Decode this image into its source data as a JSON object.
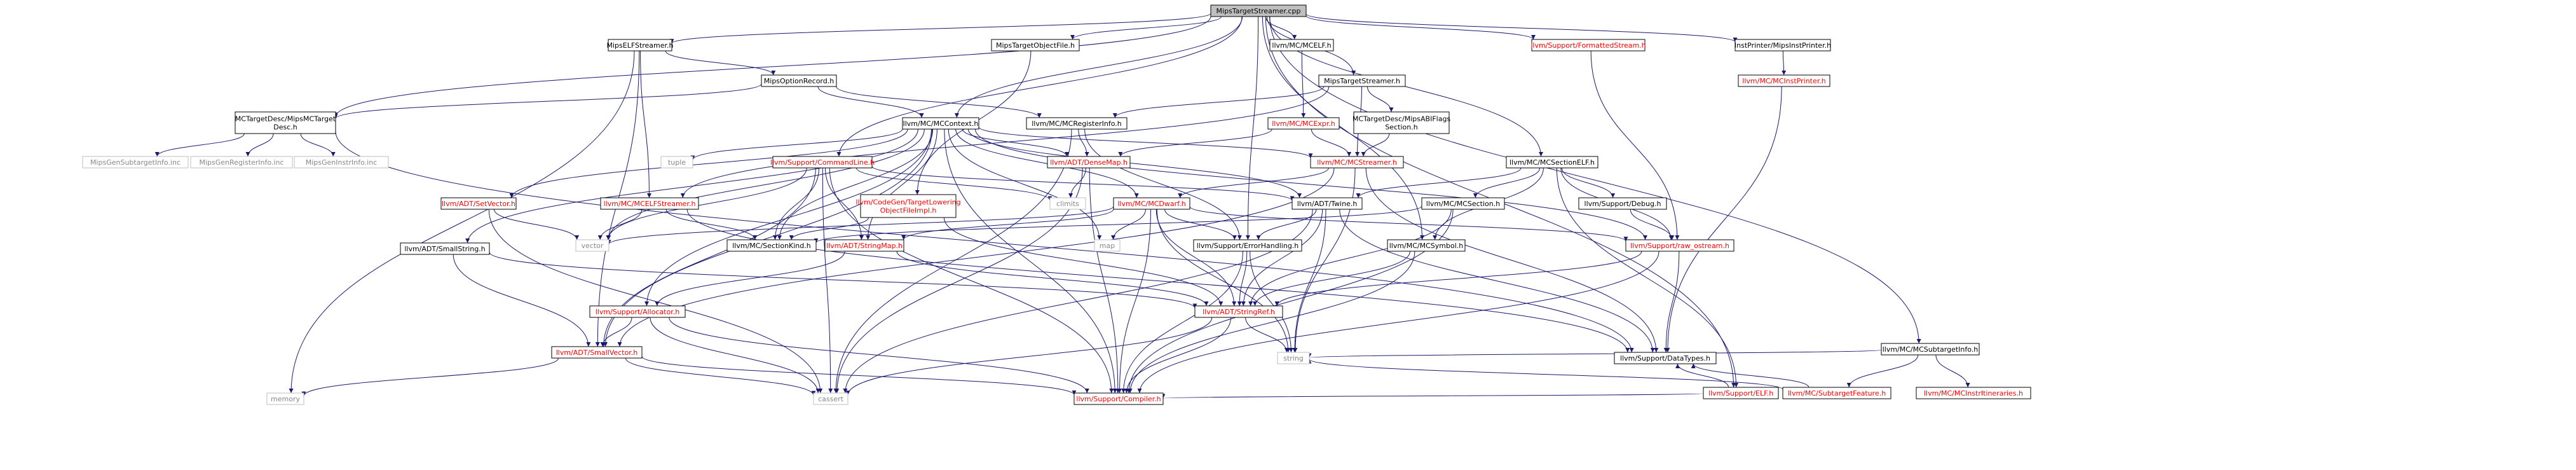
{
  "diagram": {
    "style": {
      "background": "#ffffff",
      "edge_color": "#191970",
      "box_border": "#000000",
      "box_fill": "#ffffff",
      "root_fill": "#bfbfbf",
      "red_text": "#ff0000",
      "gray_border": "#bfbfbf",
      "gray_text": "#888888"
    },
    "nodes": [
      {
        "id": "root",
        "label": "MipsTargetStreamer.cpp",
        "kind": "root"
      },
      {
        "id": "mipself",
        "label": "MipsELFStreamer.h",
        "kind": "normal"
      },
      {
        "id": "mipsobjfile",
        "label": "MipsTargetObjectFile.h",
        "kind": "normal"
      },
      {
        "id": "mcelf",
        "label": "llvm/MC/MCELF.h",
        "kind": "normal"
      },
      {
        "id": "mipstgtstreamer",
        "label": "MipsTargetStreamer.h",
        "kind": "normal"
      },
      {
        "id": "formattedstream",
        "label": "llvm/Support/FormattedStream.h",
        "kind": "red"
      },
      {
        "id": "instprinter",
        "label": "InstPrinter/MipsInstPrinter.h",
        "kind": "normal"
      },
      {
        "id": "mipsoption",
        "label": "MipsOptionRecord.h",
        "kind": "normal"
      },
      {
        "id": "mctargetdesc",
        "label": "MCTargetDesc/MipsMCTarget\nDesc.h",
        "kind": "normal"
      },
      {
        "id": "mccontext",
        "label": "llvm/MC/MCContext.h",
        "kind": "normal"
      },
      {
        "id": "mcregisterinfo",
        "label": "llvm/MC/MCRegisterInfo.h",
        "kind": "normal"
      },
      {
        "id": "mcexpr",
        "label": "llvm/MC/MCExpr.h",
        "kind": "red"
      },
      {
        "id": "abiflags",
        "label": "MCTargetDesc/MipsABIFlags\nSection.h",
        "kind": "normal"
      },
      {
        "id": "mcinstprinter",
        "label": "llvm/MC/MCInstPrinter.h",
        "kind": "red"
      },
      {
        "id": "mcsectionelf",
        "label": "llvm/MC/MCSectionELF.h",
        "kind": "normal"
      },
      {
        "id": "mcsubtargetinfo",
        "label": "llvm/MC/MCSubtargetInfo.h",
        "kind": "normal"
      },
      {
        "id": "subtargetinfoinc",
        "label": "MipsGenSubtargetInfo.inc",
        "kind": "gray"
      },
      {
        "id": "registerinfoinc",
        "label": "MipsGenRegisterInfo.inc",
        "kind": "gray"
      },
      {
        "id": "instrinfoinc",
        "label": "MipsGenInstrInfo.inc",
        "kind": "gray"
      },
      {
        "id": "tuple",
        "label": "tuple",
        "kind": "gray"
      },
      {
        "id": "commandline",
        "label": "llvm/Support/CommandLine.h",
        "kind": "red"
      },
      {
        "id": "densemap",
        "label": "llvm/ADT/DenseMap.h",
        "kind": "red"
      },
      {
        "id": "mcstreamer",
        "label": "llvm/MC/MCStreamer.h",
        "kind": "red"
      },
      {
        "id": "setvector",
        "label": "llvm/ADT/SetVector.h",
        "kind": "red"
      },
      {
        "id": "mcelfstreamer",
        "label": "llvm/MC/MCELFStreamer.h",
        "kind": "red"
      },
      {
        "id": "codegen",
        "label": "llvm/CodeGen/TargetLowering\nObjectFileImpl.h",
        "kind": "red"
      },
      {
        "id": "climits",
        "label": "climits",
        "kind": "gray"
      },
      {
        "id": "mcdwarf",
        "label": "llvm/MC/MCDwarf.h",
        "kind": "red"
      },
      {
        "id": "twine",
        "label": "llvm/ADT/Twine.h",
        "kind": "normal"
      },
      {
        "id": "mcsection",
        "label": "llvm/MC/MCSection.h",
        "kind": "normal"
      },
      {
        "id": "debug",
        "label": "llvm/Support/Debug.h",
        "kind": "normal"
      },
      {
        "id": "smallstring",
        "label": "llvm/ADT/SmallString.h",
        "kind": "normal"
      },
      {
        "id": "vector",
        "label": "vector",
        "kind": "gray"
      },
      {
        "id": "mcsectionkind",
        "label": "llvm/MC/SectionKind.h",
        "kind": "normal"
      },
      {
        "id": "stringmap",
        "label": "llvm/ADT/StringMap.h",
        "kind": "red"
      },
      {
        "id": "map",
        "label": "map",
        "kind": "gray"
      },
      {
        "id": "errorhandling",
        "label": "llvm/Support/ErrorHandling.h",
        "kind": "normal"
      },
      {
        "id": "mcsymbol",
        "label": "llvm/MC/MCSymbol.h",
        "kind": "normal"
      },
      {
        "id": "rawostream",
        "label": "llvm/Support/raw_ostream.h",
        "kind": "red"
      },
      {
        "id": "subtargetfeature",
        "label": "llvm/MC/SubtargetFeature.h",
        "kind": "red"
      },
      {
        "id": "mcinstritineraries",
        "label": "llvm/MC/MCInstrItineraries.h",
        "kind": "red"
      },
      {
        "id": "allocator",
        "label": "llvm/Support/Allocator.h",
        "kind": "red"
      },
      {
        "id": "stringref",
        "label": "llvm/ADT/StringRef.h",
        "kind": "red"
      },
      {
        "id": "supportelf",
        "label": "llvm/Support/ELF.h",
        "kind": "red"
      },
      {
        "id": "smallvector",
        "label": "llvm/ADT/SmallVector.h",
        "kind": "red"
      },
      {
        "id": "string",
        "label": "string",
        "kind": "gray"
      },
      {
        "id": "datatypes",
        "label": "llvm/Support/DataTypes.h",
        "kind": "normal"
      },
      {
        "id": "memory",
        "label": "memory",
        "kind": "gray"
      },
      {
        "id": "cassert",
        "label": "cassert",
        "kind": "gray"
      },
      {
        "id": "compiler",
        "label": "llvm/Support/Compiler.h",
        "kind": "red"
      }
    ],
    "edges": [
      [
        "root",
        "mipself"
      ],
      [
        "root",
        "mipsobjfile"
      ],
      [
        "root",
        "mcelf"
      ],
      [
        "root",
        "mipstgtstreamer"
      ],
      [
        "root",
        "formattedstream"
      ],
      [
        "root",
        "instprinter"
      ],
      [
        "root",
        "mctargetdesc"
      ],
      [
        "root",
        "mccontext"
      ],
      [
        "root",
        "commandline"
      ],
      [
        "root",
        "mcsectionelf"
      ],
      [
        "root",
        "mcsubtargetinfo"
      ],
      [
        "root",
        "supportelf"
      ],
      [
        "root",
        "errorhandling"
      ],
      [
        "root",
        "mcsymbol"
      ],
      [
        "mipself",
        "mipsoption"
      ],
      [
        "mipself",
        "mcelfstreamer"
      ],
      [
        "mipself",
        "smallvector"
      ],
      [
        "mipself",
        "memory"
      ],
      [
        "mipsoption",
        "mctargetdesc"
      ],
      [
        "mipsoption",
        "mccontext"
      ],
      [
        "mipsoption",
        "mcregisterinfo"
      ],
      [
        "mctargetdesc",
        "subtargetinfoinc"
      ],
      [
        "mctargetdesc",
        "registerinfoinc"
      ],
      [
        "mctargetdesc",
        "instrinfoinc"
      ],
      [
        "mctargetdesc",
        "datatypes"
      ],
      [
        "mipsobjfile",
        "codegen"
      ],
      [
        "mcelf",
        "mcexpr"
      ],
      [
        "mipstgtstreamer",
        "mcregisterinfo"
      ],
      [
        "mipstgtstreamer",
        "abiflags"
      ],
      [
        "mipstgtstreamer",
        "mcstreamer"
      ],
      [
        "mipstgtstreamer",
        "mcelfstreamer"
      ],
      [
        "formattedstream",
        "rawostream"
      ],
      [
        "instprinter",
        "mcinstprinter"
      ],
      [
        "mcinstprinter",
        "datatypes"
      ],
      [
        "mccontext",
        "tuple"
      ],
      [
        "mccontext",
        "setvector"
      ],
      [
        "mccontext",
        "smallstring"
      ],
      [
        "mccontext",
        "vector"
      ],
      [
        "mccontext",
        "mcsectionkind"
      ],
      [
        "mccontext",
        "stringmap"
      ],
      [
        "mccontext",
        "densemap"
      ],
      [
        "mccontext",
        "map"
      ],
      [
        "mccontext",
        "mcdwarf"
      ],
      [
        "mccontext",
        "twine"
      ],
      [
        "mccontext",
        "smallvector"
      ],
      [
        "mccontext",
        "compiler"
      ],
      [
        "mccontext",
        "rawostream"
      ],
      [
        "mccontext",
        "allocator"
      ],
      [
        "mccontext",
        "mcstreamer"
      ],
      [
        "mcregisterinfo",
        "densemap"
      ],
      [
        "mcregisterinfo",
        "errorhandling"
      ],
      [
        "mcregisterinfo",
        "cassert"
      ],
      [
        "mcexpr",
        "mcstreamer"
      ],
      [
        "mcexpr",
        "densemap"
      ],
      [
        "abiflags",
        "mcstreamer"
      ],
      [
        "mcsectionelf",
        "mcsection"
      ],
      [
        "mcsectionelf",
        "twine"
      ],
      [
        "mcsectionelf",
        "debug"
      ],
      [
        "mcsectionelf",
        "rawostream"
      ],
      [
        "mcsectionelf",
        "supportelf"
      ],
      [
        "mcsectionelf",
        "mcsymbol"
      ],
      [
        "mcsubtargetinfo",
        "subtargetfeature"
      ],
      [
        "mcsubtargetinfo",
        "mcinstritineraries"
      ],
      [
        "mcsubtargetinfo",
        "string"
      ],
      [
        "commandline",
        "climits"
      ],
      [
        "commandline",
        "twine"
      ],
      [
        "commandline",
        "stringmap"
      ],
      [
        "commandline",
        "smallvector"
      ],
      [
        "commandline",
        "compiler"
      ],
      [
        "commandline",
        "cassert"
      ],
      [
        "commandline",
        "vector"
      ],
      [
        "commandline",
        "mcsectionkind"
      ],
      [
        "densemap",
        "climits"
      ],
      [
        "densemap",
        "cassert"
      ],
      [
        "densemap",
        "compiler"
      ],
      [
        "mcstreamer",
        "mcdwarf"
      ],
      [
        "mcstreamer",
        "string"
      ],
      [
        "mcstreamer",
        "datatypes"
      ],
      [
        "mcstreamer",
        "smallvector"
      ],
      [
        "setvector",
        "vector"
      ],
      [
        "setvector",
        "cassert"
      ],
      [
        "mcelfstreamer",
        "mcsectionkind"
      ],
      [
        "mcelfstreamer",
        "vector"
      ],
      [
        "mcelfstreamer",
        "datatypes"
      ],
      [
        "codegen",
        "mcsectionkind"
      ],
      [
        "codegen",
        "stringref"
      ],
      [
        "mcdwarf",
        "stringmap"
      ],
      [
        "mcdwarf",
        "map"
      ],
      [
        "mcdwarf",
        "vector"
      ],
      [
        "mcdwarf",
        "errorhandling"
      ],
      [
        "mcdwarf",
        "rawostream"
      ],
      [
        "mcdwarf",
        "stringref"
      ],
      [
        "mcdwarf",
        "string"
      ],
      [
        "mcdwarf",
        "compiler"
      ],
      [
        "twine",
        "stringref"
      ],
      [
        "twine",
        "errorhandling"
      ],
      [
        "twine",
        "string"
      ],
      [
        "twine",
        "cassert"
      ],
      [
        "twine",
        "datatypes"
      ],
      [
        "mcsection",
        "mcsectionkind"
      ],
      [
        "mcsection",
        "stringref"
      ],
      [
        "mcsection",
        "compiler"
      ],
      [
        "debug",
        "rawostream"
      ],
      [
        "smallstring",
        "smallvector"
      ],
      [
        "smallstring",
        "stringref"
      ],
      [
        "stringmap",
        "allocator"
      ],
      [
        "stringmap",
        "stringref"
      ],
      [
        "errorhandling",
        "stringref"
      ],
      [
        "errorhandling",
        "compiler"
      ],
      [
        "errorhandling",
        "string"
      ],
      [
        "mcsymbol",
        "stringref"
      ],
      [
        "mcsymbol",
        "compiler"
      ],
      [
        "rawostream",
        "stringref"
      ],
      [
        "rawostream",
        "compiler"
      ],
      [
        "rawostream",
        "datatypes"
      ],
      [
        "subtargetfeature",
        "datatypes"
      ],
      [
        "subtargetfeature",
        "string"
      ],
      [
        "allocator",
        "smallvector"
      ],
      [
        "allocator",
        "cassert"
      ],
      [
        "allocator",
        "compiler"
      ],
      [
        "stringref",
        "cassert"
      ],
      [
        "stringref",
        "string"
      ],
      [
        "stringref",
        "compiler"
      ],
      [
        "supportelf",
        "datatypes"
      ],
      [
        "supportelf",
        "compiler"
      ],
      [
        "smallvector",
        "memory"
      ],
      [
        "smallvector",
        "cassert"
      ],
      [
        "smallvector",
        "compiler"
      ]
    ]
  }
}
